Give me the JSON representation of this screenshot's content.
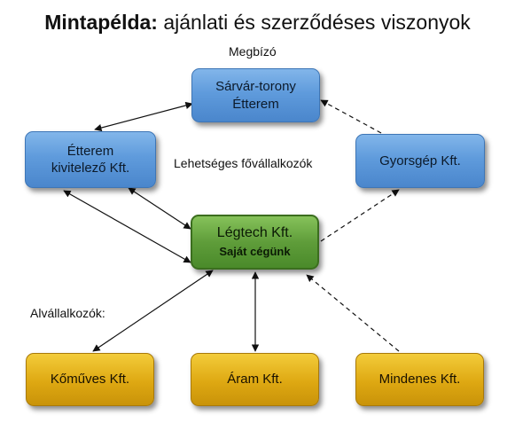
{
  "title": {
    "bold": "Mintapélda:",
    "rest": " ajánlati és szerződéses viszonyok"
  },
  "labels": {
    "client": "Megbízó",
    "main_contractors": "Lehetséges fővállalkozók",
    "subcontractors": "Alvállalkozók:"
  },
  "nodes": {
    "tower": {
      "line1": "Sárvár-torony",
      "line2": "Étterem"
    },
    "builder": {
      "line1": "Étterem",
      "line2": "kivitelező Kft."
    },
    "gyorsgep": {
      "line1": "Gyorsgép Kft."
    },
    "legtech": {
      "line1": "Légtech Kft.",
      "line2": "Saját cégünk"
    },
    "komuves": {
      "line1": "Kőműves Kft."
    },
    "aram": {
      "line1": "Áram Kft."
    },
    "mindenes": {
      "line1": "Mindenes Kft."
    }
  },
  "colors": {
    "blue": "#5f9bdc",
    "green": "#5f9d3a",
    "gold": "#dea812"
  }
}
